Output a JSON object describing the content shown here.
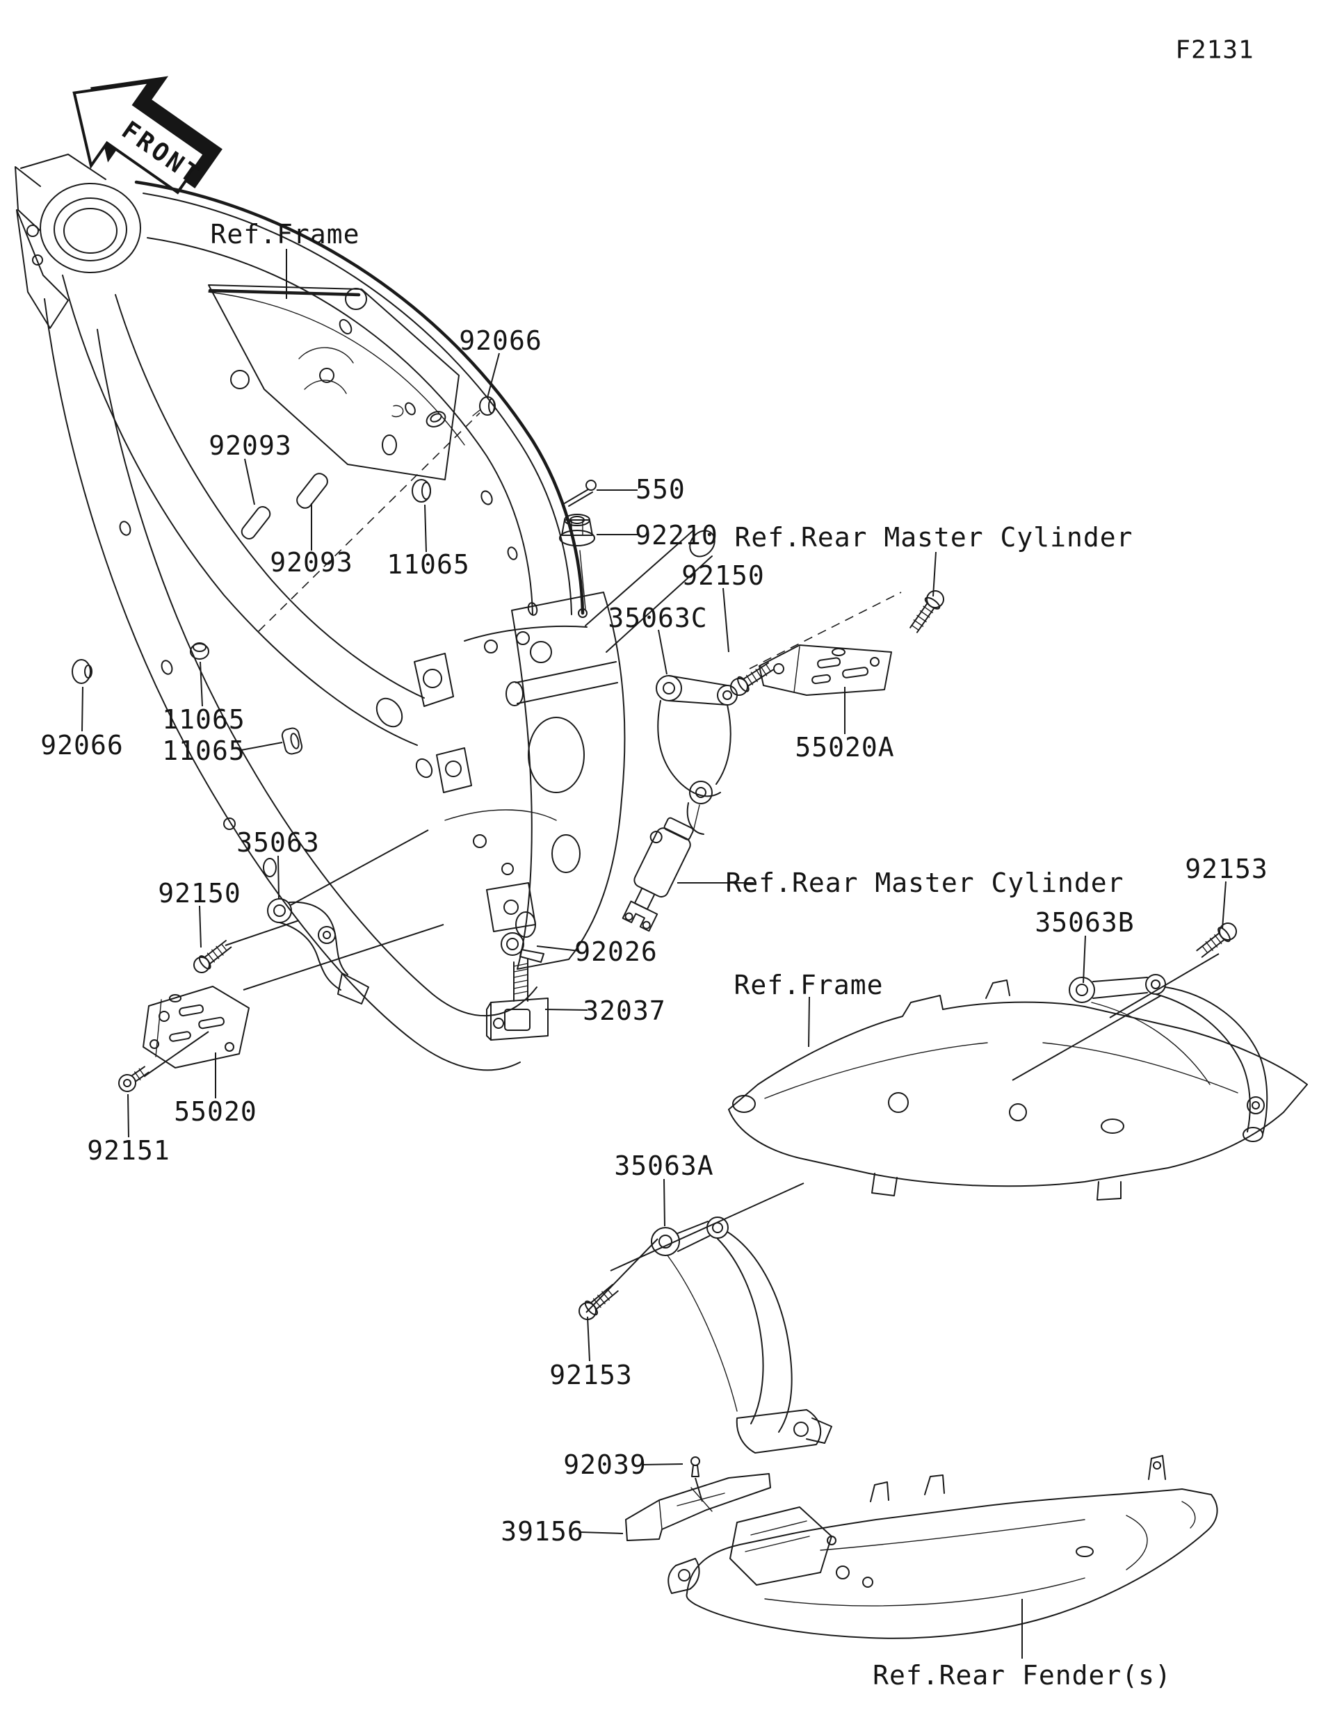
{
  "page": {
    "figure_code": "F2131",
    "background": "#ffffff",
    "line_color": "#1a1a1a"
  },
  "front_marker": {
    "label": "FRONT"
  },
  "ref_labels": {
    "frame_top": "Ref.Frame",
    "rear_master_cylinder_top": "Ref.Rear Master Cylinder",
    "rear_master_cylinder_mid": "Ref.Rear Master Cylinder",
    "frame_mid": "Ref.Frame",
    "rear_fender": "Ref.Rear Fender(s)"
  },
  "part_labels": {
    "p92066_top": "92066",
    "p92093_a": "92093",
    "p92093_b": "92093",
    "p11065_a": "11065",
    "p550": "550",
    "p92210": "92210",
    "p92150_right": "92150",
    "p35063c": "35063C",
    "p55020a": "55020A",
    "p92066_left": "92066",
    "p11065_b": "11065",
    "p11065_c": "11065",
    "p35063": "35063",
    "p92150_left": "92150",
    "p55020": "55020",
    "p92151": "92151",
    "p92026": "92026",
    "p32037": "32037",
    "p35063b": "35063B",
    "p92153_right": "92153",
    "p35063a": "35063A",
    "p92153_bottom": "92153",
    "p92039": "92039",
    "p39156": "39156"
  }
}
